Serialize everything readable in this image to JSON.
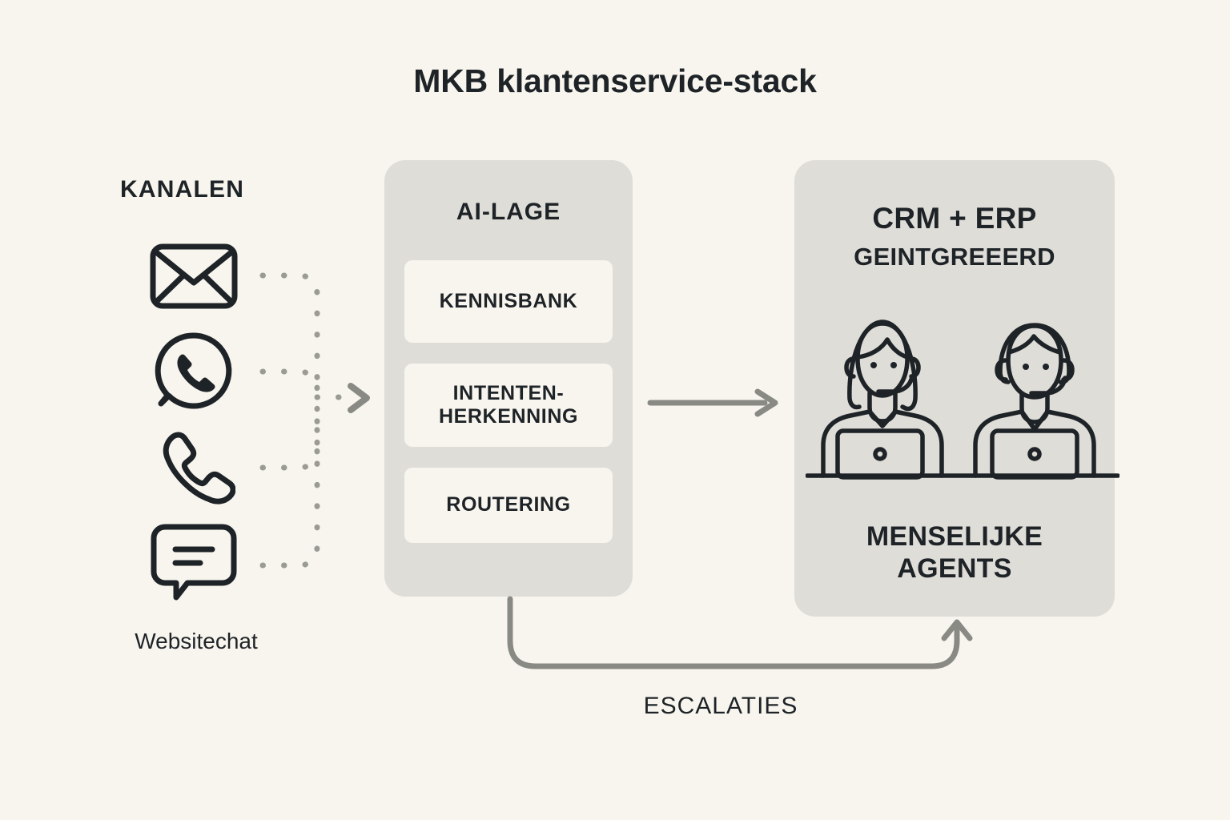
{
  "page": {
    "title": "MKB klantenservice-stack",
    "background_color": "#f8f5ee",
    "panel_color": "#dfddd8",
    "card_color": "#f8f5ee",
    "ink_color": "#1e2327",
    "connector_color": "#8a8a85"
  },
  "channels": {
    "heading": "KANALEN",
    "caption": "Websitechat",
    "items": [
      {
        "icon": "email-envelope-icon",
        "name": "channel-email"
      },
      {
        "icon": "whatsapp-icon",
        "name": "channel-whatsapp"
      },
      {
        "icon": "phone-handset-icon",
        "name": "channel-phone"
      },
      {
        "icon": "chat-bubble-icon",
        "name": "channel-websitechat"
      }
    ]
  },
  "ai_layer": {
    "title": "AI-LAGE",
    "cards": [
      {
        "label": "KENNISBANK"
      },
      {
        "label": "INTENTEN-\nHERKENNING"
      },
      {
        "label": "ROUTERING"
      }
    ]
  },
  "crm": {
    "title_main": "CRM + ERP",
    "title_sub": "GEINTGREEERD",
    "caption": "MENSELIJKE\nAGENTS",
    "illustration": "two-support-agents-with-headsets-at-laptops"
  },
  "flows": {
    "escalation_label": "ESCALATIES",
    "channels_to_ai": "dotted-converging-arrow",
    "ai_to_crm": "solid-right-arrow",
    "ai_to_crm_escalation": "solid-rounded-up-arrow"
  }
}
